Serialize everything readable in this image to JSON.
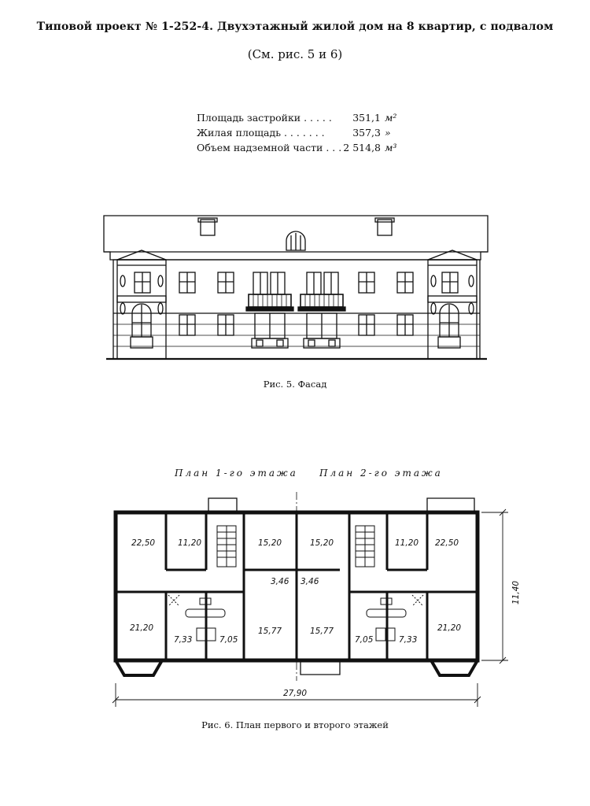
{
  "document": {
    "title": "Типовой проект № 1-252-4. Двухэтажный жилой дом на 8 квартир, с подвалом",
    "subtitle": "(См. рис. 5 и 6)",
    "stats": [
      {
        "label": "Площадь застройки . . . . .",
        "value": "351,1",
        "unit": "м²"
      },
      {
        "label": "Жилая площадь . . . . . . .",
        "value": "357,3",
        "unit": "»"
      },
      {
        "label": "Объем надземной части . . .",
        "value": "2 514,8",
        "unit": "м³"
      }
    ],
    "fig5_caption": "Рис. 5. Фасад",
    "fig6_caption": "Рис. 6. План первого и второго этажей",
    "plan_label_left": "План 1-го этажа",
    "plan_label_right": "План 2-го этажа",
    "room_areas": {
      "l_top_left": "22,50",
      "l_top_mid": "11,20",
      "l_top_right": "15,20",
      "l_hall": "3,46",
      "l_bot_left": "21,20",
      "l_bath1": "7,33",
      "l_bath2": "7,05",
      "l_bot_right": "15,77",
      "r_top_left": "15,20",
      "r_top_mid": "11,20",
      "r_top_right": "22,50",
      "r_hall": "3,46",
      "r_bot_left": "15,77",
      "r_bath1": "7,05",
      "r_bath2": "7,33",
      "r_bot_right": "21,20"
    },
    "dimension_width": "27,90",
    "dimension_depth": "11,40"
  }
}
